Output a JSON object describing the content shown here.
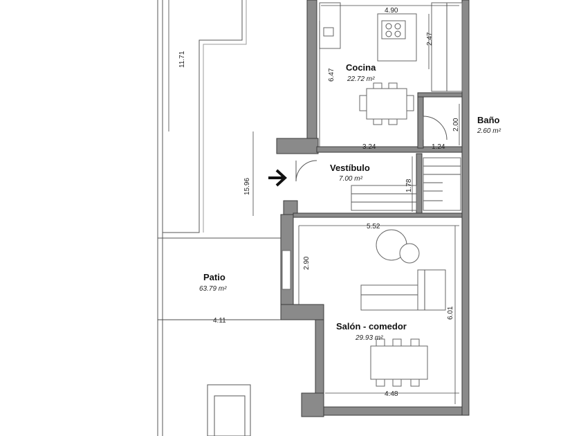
{
  "rooms": {
    "cocina": {
      "name": "Cocina",
      "area": "22.72 m²"
    },
    "bano": {
      "name": "Baño",
      "area": "2.60 m²"
    },
    "vestibulo": {
      "name": "Vestíbulo",
      "area": "7.00 m²"
    },
    "patio": {
      "name": "Patio",
      "area": "63.79 m²"
    },
    "salon": {
      "name": "Salón - comedor",
      "area": "29.93 m²"
    }
  },
  "dimensions": {
    "cocina_width": "4.90",
    "cocina_depth": "6.47",
    "island_gap": "2.47",
    "cocina_bottom": "3.24",
    "bano_width": "1.24",
    "bano_depth": "2.00",
    "vestibulo_depth": "1.78",
    "patio_length": "11.71",
    "patio_total": "15.96",
    "salon_width": "5.52",
    "salon_top": "2.90",
    "salon_depth": "6.01",
    "patio_width": "4.11",
    "salon_bottom": "4.48"
  },
  "icons": {
    "entrance": "entrance-arrow-icon"
  }
}
